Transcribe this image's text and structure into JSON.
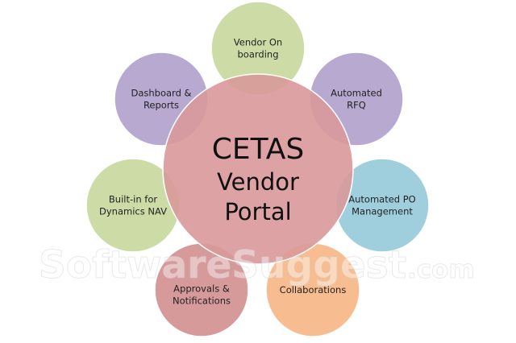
{
  "diagram": {
    "center": {
      "title": "CETAS",
      "line1": "Vendor",
      "line2": "Portal",
      "color": "#d9999a"
    },
    "nodes": [
      {
        "id": "vendor-onboarding",
        "lines": [
          "Vendor On",
          "boarding"
        ],
        "color": "#cddca6"
      },
      {
        "id": "automated-rfq",
        "lines": [
          "Automated",
          "RFQ"
        ],
        "color": "#b7a9cf"
      },
      {
        "id": "automated-po-management",
        "lines": [
          "Automated PO",
          "Management"
        ],
        "color": "#9fcfdc"
      },
      {
        "id": "collaborations",
        "lines": [
          "Collaborations"
        ],
        "color": "#f7bd90"
      },
      {
        "id": "approvals-notifications",
        "lines": [
          "Approvals &",
          "Notifications"
        ],
        "color": "#d79a9b"
      },
      {
        "id": "built-in-dynamics-nav",
        "lines": [
          "Built-in for",
          "Dynamics NAV"
        ],
        "color": "#cddca6"
      },
      {
        "id": "dashboard-reports",
        "lines": [
          "Dashboard &",
          "Reports"
        ],
        "color": "#b7a9cf"
      }
    ]
  },
  "watermark": {
    "brand": "SoftwareSuggest",
    "tld": ".com"
  }
}
